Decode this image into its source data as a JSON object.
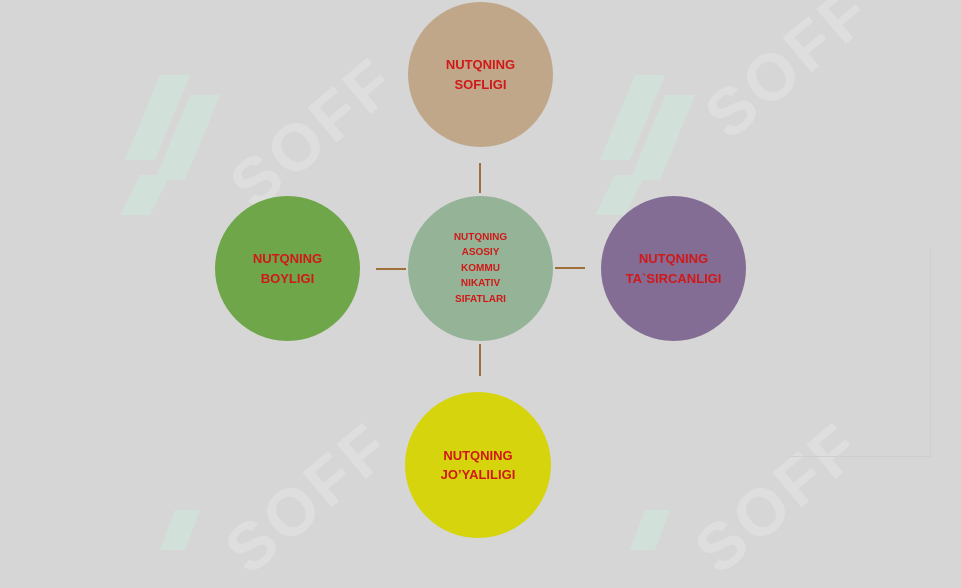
{
  "diagram": {
    "center": {
      "lines": [
        "NUTQNING",
        "ASOSIY",
        "KOMMU",
        "NIKATIV",
        "SIFATLARI"
      ]
    },
    "top": {
      "lines": [
        "NUTQNING",
        "SOFLIGI"
      ]
    },
    "left": {
      "lines": [
        "NUTQNING",
        "BOYLIGI"
      ]
    },
    "right": {
      "lines": [
        "NUTQNING",
        "TA`SIRCANLIGI"
      ]
    },
    "bottom": {
      "lines": [
        "NUTQNING",
        "JO’YALILIGI"
      ]
    }
  },
  "watermark": {
    "text": "SOFF",
    "icon": "soff-logo-icon"
  },
  "colors": {
    "background": "#d6d6d6",
    "connector": "#a0703a",
    "text": "#d01818",
    "top": "#c0a78a",
    "left": "#70a64a",
    "center": "#95b497",
    "right": "#846d95",
    "bottom": "#d6d40c"
  }
}
